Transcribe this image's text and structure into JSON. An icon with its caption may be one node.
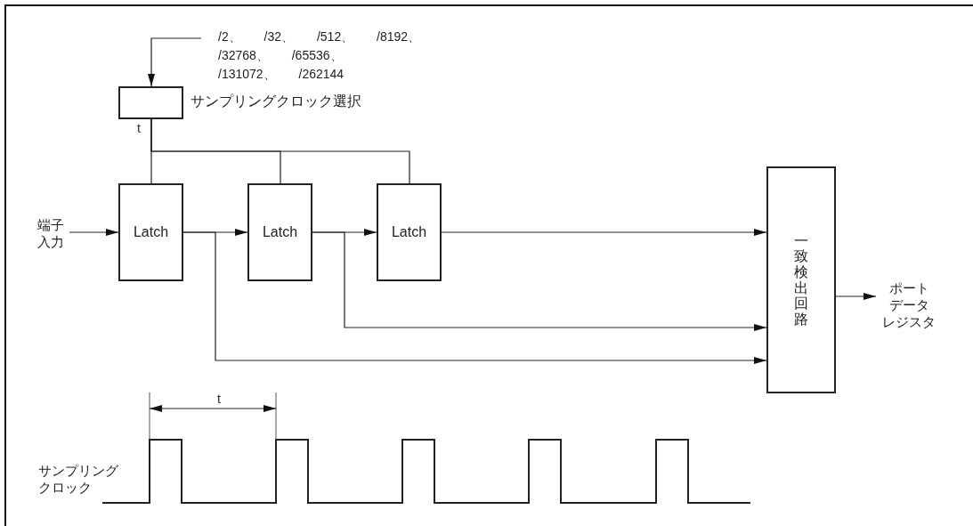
{
  "diagram": {
    "nodes": [
      {
        "text": [
          "/2、 /32、 /512、 /8192、",
          "/32768、 /65536、",
          "/131072、 /262144"
        ]
      },
      {
        "text": [],
        "shape": "box",
        "beside": [
          "サンプリングクロック選択",
          "t"
        ]
      },
      {
        "text": [
          "端子入力"
        ]
      },
      {
        "text": [
          "Latch"
        ]
      },
      {
        "text": [
          "Latch"
        ]
      },
      {
        "text": [
          "Latch"
        ]
      },
      {
        "text": [
          "一致検出回路"
        ]
      },
      {
        "text": [
          "ポート",
          "データ",
          "レジスタ"
        ]
      }
    ],
    "edges": [
      {
        "from": 0,
        "to": 1,
        "arrow": "to"
      },
      {
        "from": 1,
        "to": 3,
        "arrow": "none"
      },
      {
        "from": 1,
        "to": 4,
        "arrow": "none"
      },
      {
        "from": 1,
        "to": 5,
        "arrow": "none"
      },
      {
        "from": 2,
        "to": 3,
        "arrow": "to"
      },
      {
        "from": 3,
        "to": 4,
        "arrow": "to"
      },
      {
        "from": 4,
        "to": 5,
        "arrow": "to"
      },
      {
        "from": 5,
        "to": 6,
        "arrow": "to"
      },
      {
        "from": 4,
        "to": 6,
        "arrow": "to"
      },
      {
        "from": 3,
        "to": 6,
        "arrow": "to"
      },
      {
        "from": 6,
        "to": 7,
        "arrow": "to"
      }
    ],
    "labels": [
      "t",
      "サンプリングクロック"
    ]
  }
}
